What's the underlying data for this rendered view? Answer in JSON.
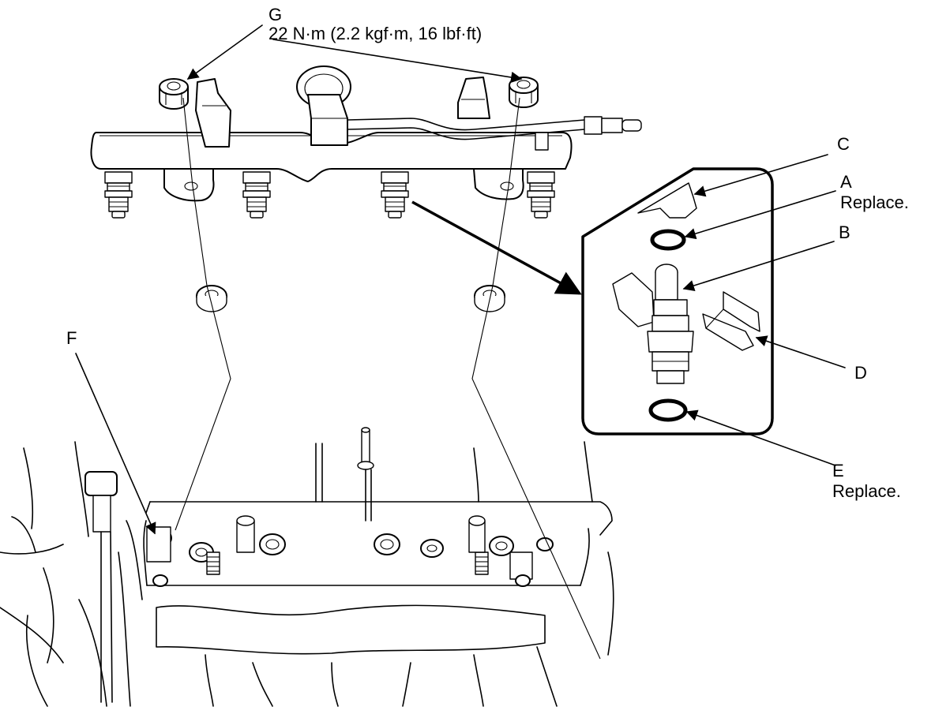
{
  "callouts": {
    "g": {
      "letter": "G",
      "torque": "22 N·m (2.2 kgf·m, 16 lbf·ft)"
    },
    "c": {
      "letter": "C"
    },
    "a": {
      "letter": "A",
      "note": "Replace."
    },
    "b": {
      "letter": "B"
    },
    "d": {
      "letter": "D"
    },
    "e": {
      "letter": "E",
      "note": "Replace."
    },
    "f": {
      "letter": "F"
    }
  }
}
